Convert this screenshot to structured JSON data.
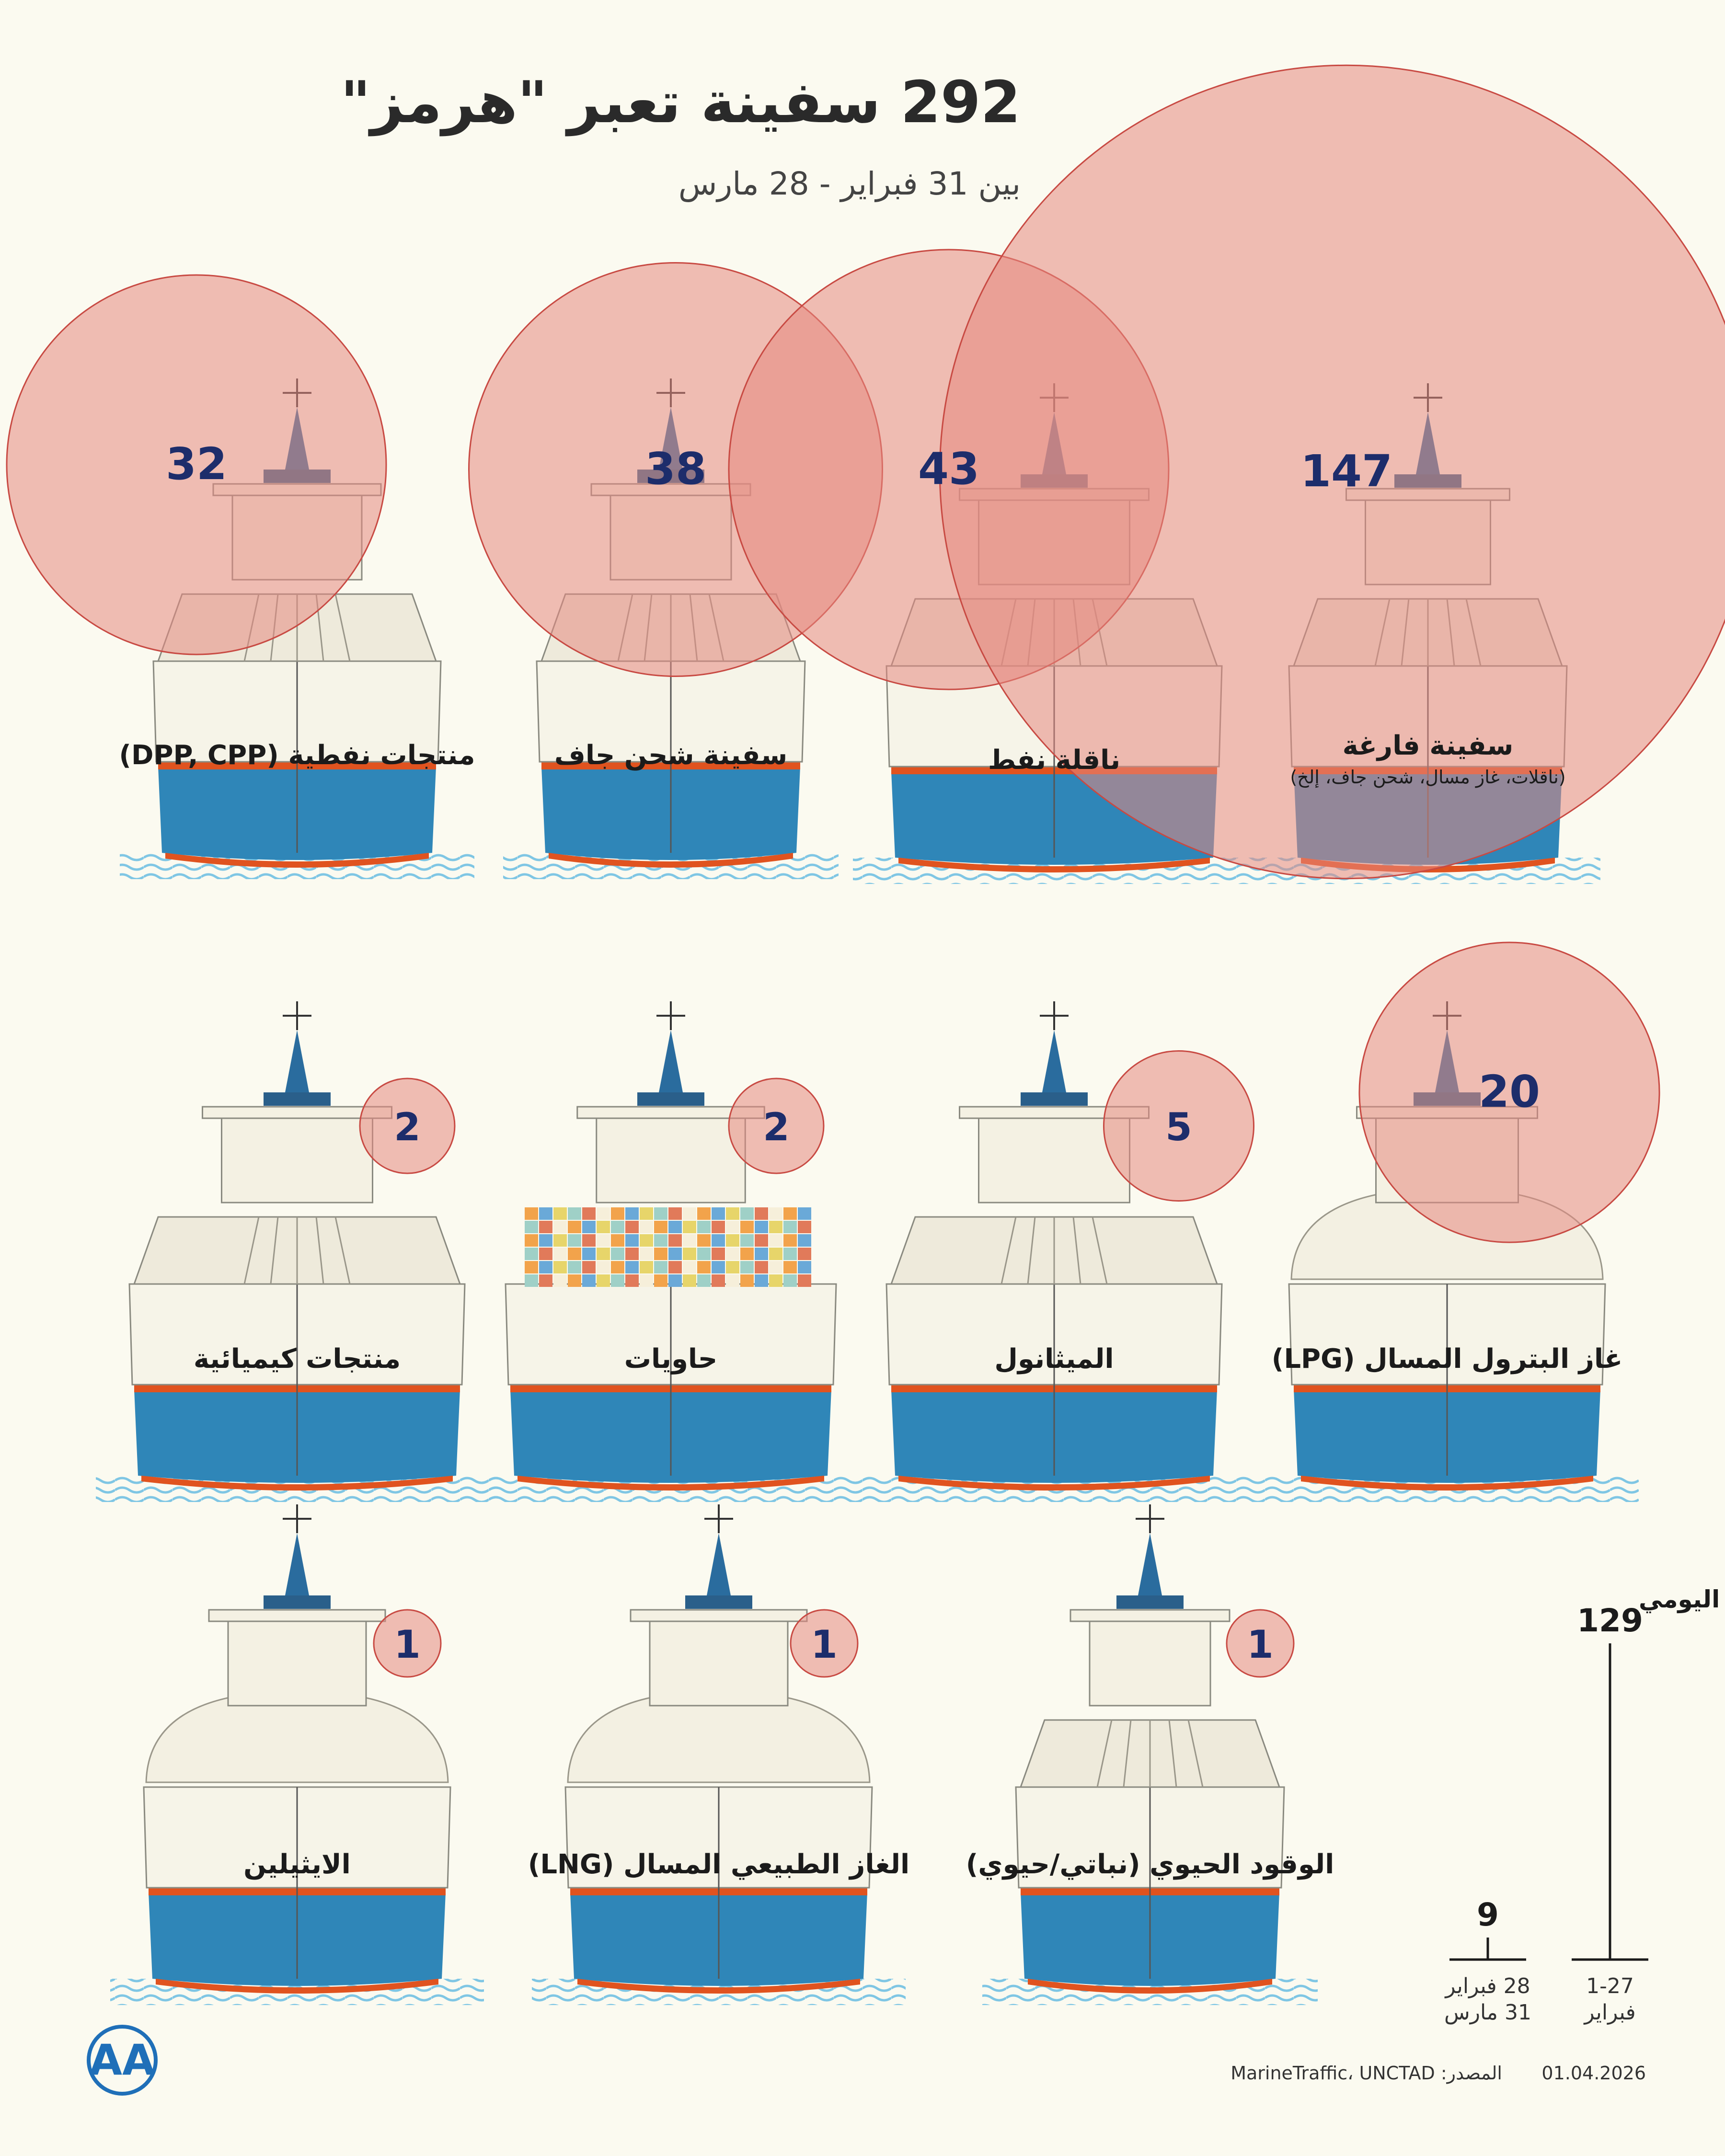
{
  "header": {
    "title": "292 سفينة تعبر \"هرمز\"",
    "subtitle": "بين 31 فبراير - 28 مارس"
  },
  "chart_data": {
    "type": "bubble",
    "total": 292,
    "categories": [
      {
        "label": "منتجات نفطية (DPP, CPP)",
        "value": 32
      },
      {
        "label": "سفينة شحن جاف",
        "value": 38
      },
      {
        "label": "ناقلة نفط",
        "value": 43
      },
      {
        "label": "سفينة فارغة",
        "sublabel": "(ناقلات، غاز مسال، شحن جاف، إلخ)",
        "value": 147
      },
      {
        "label": "منتجات كيميائية",
        "value": 2
      },
      {
        "label": "حاويات",
        "value": 2
      },
      {
        "label": "الميثانول",
        "value": 5
      },
      {
        "label": "غاز البترول المسال (LPG)",
        "value": 20
      },
      {
        "label": "الايثيلين",
        "value": 1
      },
      {
        "label": "الغاز الطبيعي المسال (LNG)",
        "value": 1
      },
      {
        "label": "الوقود الحيوي (نباتي/حيوي)",
        "value": 1
      }
    ],
    "daily_average": {
      "title": "المتوسط اليومي",
      "bars": [
        {
          "period_line1": "1-27",
          "period_line2": "فبراير",
          "value": 129
        },
        {
          "period_line1": "28 فبراير",
          "period_line2": "31 مارس",
          "value": 9
        }
      ]
    }
  },
  "footer": {
    "source": "المصدر: MarineTraffic، UNCTAD",
    "date": "01.04.2026",
    "logo_text": "AA"
  },
  "colors": {
    "bubble": "#e58880",
    "bubble_stroke": "#c84a43",
    "number": "#1d2d6b",
    "hull_blue": "#2f86b8",
    "hull_stripe": "#e0531f",
    "background": "#fbfaf0",
    "logo": "#1f6fb8"
  }
}
